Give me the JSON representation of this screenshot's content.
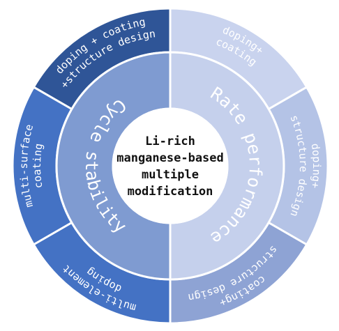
{
  "center": {
    "lines": [
      "Li-rich",
      "manganese-based",
      "multiple",
      "modification"
    ]
  },
  "inner_ring": {
    "left_label": "Cycle stability",
    "right_label": "Rate performance"
  },
  "outer_ring": {
    "segments": [
      {
        "label_lines": [
          "doping + coating",
          "+structure design"
        ]
      },
      {
        "label_lines": [
          "multi-surface",
          "coating"
        ]
      },
      {
        "label_lines": [
          "doping",
          "multi-element"
        ]
      },
      {
        "label_lines": [
          "doping+",
          "coating"
        ]
      },
      {
        "label_lines": [
          "doping+",
          "structure design"
        ]
      },
      {
        "label_lines": [
          "coating+",
          "structure design"
        ]
      }
    ]
  },
  "colors": {
    "left_dark": "#2f5597",
    "left_mid": "#4472c4",
    "left_light": "#8fa9dc",
    "right_light": "#c9d3ee",
    "right_mid": "#b4c3e6",
    "right_dark": "#8ea3d4",
    "inner_left": "#7f9bd1",
    "inner_right": "#c5d0ec",
    "center_fill": "#ffffff"
  }
}
